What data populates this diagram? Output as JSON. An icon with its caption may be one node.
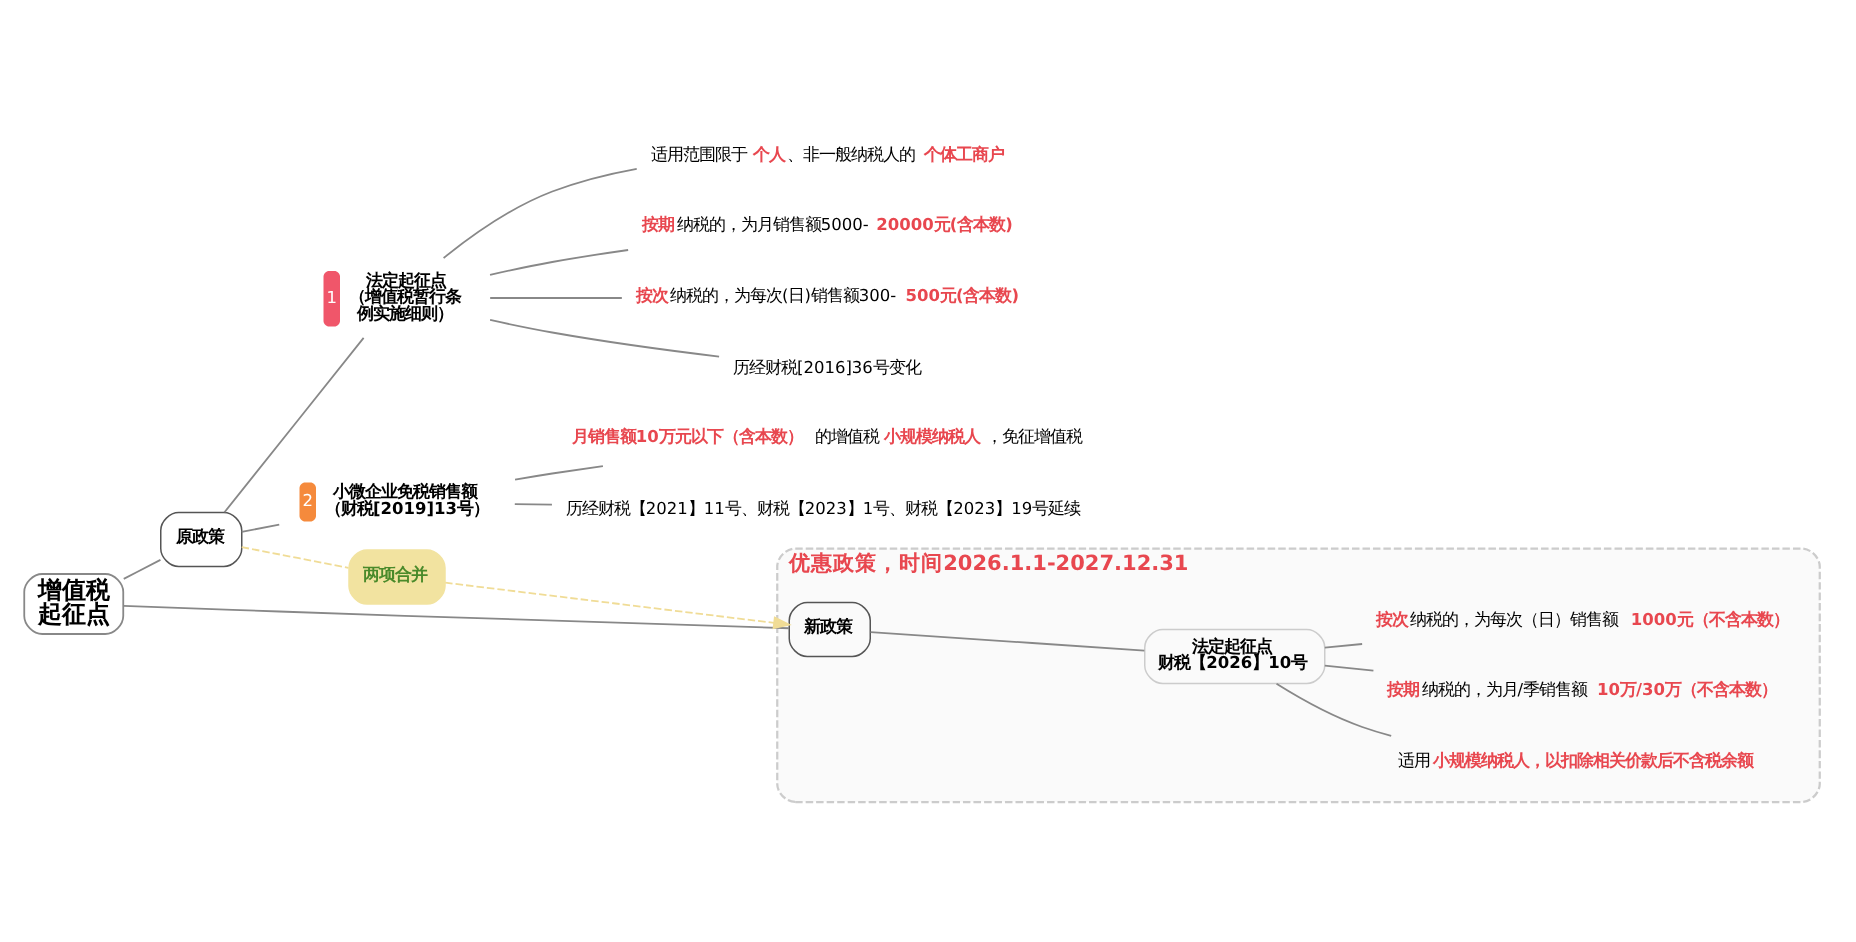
{
  "diagram": {
    "nodes": [
      {
        "text": [
          "增值税起征点"
        ]
      },
      {
        "text": [
          "原政策"
        ]
      },
      {
        "text": [
          "1",
          "法定起征点（增值税暂行条例实施细则）"
        ]
      },
      {
        "text": [
          "适用范围限于**个人**、非一般纳税人的**个体工商户**"
        ]
      },
      {
        "text": [
          "**按期**纳税的，为月销售额5000-**20000元(含本数)**"
        ]
      },
      {
        "text": [
          "**按次**纳税的，为每次(日)销售额300-**500元(含本数)**"
        ]
      },
      {
        "text": [
          "历经财税[2016]36号变化"
        ]
      },
      {
        "text": [
          "2",
          "小微企业免税销售额（财税[2019]13号）"
        ]
      },
      {
        "text": [
          "**月销售额10万元以下（含本数）**的增值税**小规模纳税人**，免征增值税"
        ]
      },
      {
        "text": [
          "历经财税【2021】11号、财税【2023】1号、财税【2023】19号延续"
        ]
      },
      {
        "text": [
          "两项合并"
        ]
      },
      {
        "text": [
          "优惠政策，时间2026.1.1-2027.12.31"
        ]
      },
      {
        "text": [
          "新政策"
        ],
        "in": 11
      },
      {
        "text": [
          "法定起征点财税【2026】10号"
        ],
        "in": 11
      },
      {
        "text": [
          "适用**小规模纳税人，以扣除相关价款后不含税余额**"
        ],
        "in": 11
      },
      {
        "text": [
          "**按期**纳税的，为月/季销售额**10万/30万（不含本数）**"
        ],
        "in": 11
      },
      {
        "text": [
          "**按次**纳税的，为每次（日）销售额**1000元（不含本数）**"
        ],
        "in": 11
      }
    ],
    "edges": [
      {
        "from": 0,
        "to": 1,
        "arrow": "none"
      },
      {
        "from": 0,
        "to": 12,
        "arrow": "none"
      },
      {
        "from": 1,
        "to": 2,
        "arrow": "none"
      },
      {
        "from": 1,
        "to": 7,
        "arrow": "none"
      },
      {
        "from": 2,
        "to": 3,
        "arrow": "none"
      },
      {
        "from": 2,
        "to": 4,
        "arrow": "none"
      },
      {
        "from": 2,
        "to": 5,
        "arrow": "none"
      },
      {
        "from": 2,
        "to": 6,
        "arrow": "none"
      },
      {
        "from": 7,
        "to": 8,
        "arrow": "none"
      },
      {
        "from": 7,
        "to": 9,
        "arrow": "none"
      },
      {
        "from": 12,
        "to": 13,
        "arrow": "none"
      },
      {
        "from": 13,
        "to": 14,
        "arrow": "none"
      },
      {
        "from": 13,
        "to": 15,
        "arrow": "none"
      },
      {
        "from": 13,
        "to": 16,
        "arrow": "none"
      },
      {
        "from": 1,
        "to": 10,
        "arrow": "none",
        "style": "dashed",
        "color": "#f0dc96"
      },
      {
        "from": 10,
        "to": 12,
        "arrow": "to",
        "style": "dashed",
        "color": "#f0dc96"
      }
    ]
  }
}
